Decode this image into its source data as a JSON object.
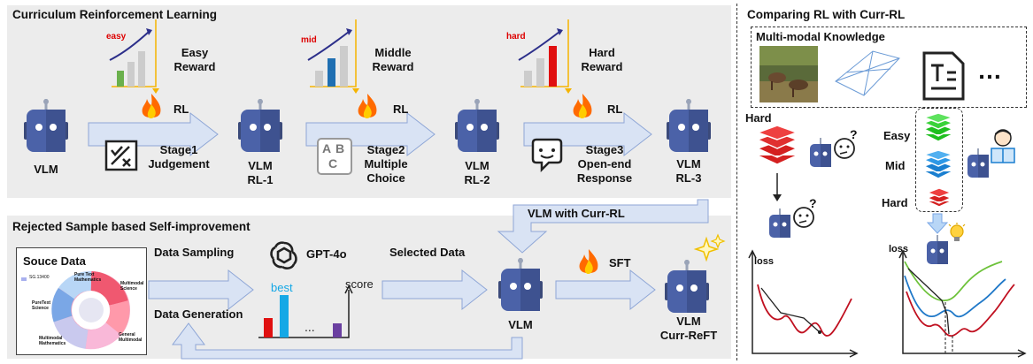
{
  "curriculum": {
    "title": "Curriculum Reinforcement Learning",
    "tags": {
      "easy": "easy",
      "mid": "mid",
      "hard": "hard"
    },
    "rewards": {
      "easy": "Easy\nReward",
      "middle": "Middle\nReward",
      "hard": "Hard\nReward"
    },
    "rl": "RL",
    "stages": {
      "s1": "Stage1\nJudgement",
      "s2": "Stage2\nMultiple\nChoice",
      "s3": "Stage3\nOpen-end\nResponse"
    },
    "models": {
      "vlm": "VLM",
      "rl1": "VLM\nRL-1",
      "rl2": "VLM\nRL-2",
      "rl3": "VLM\nRL-3"
    },
    "abc": {
      "a": "A",
      "b": "B",
      "c": "C"
    }
  },
  "bridge": {
    "label": "VLM with Curr-RL"
  },
  "rejected": {
    "title": "Rejected Sample based Self-improvement",
    "source_title": "Souce Data",
    "source_labels": {
      "pure_text_math": "Pure Text\nMathematics",
      "multimodal_science": "Multimodal\nScience",
      "pure_text_science": "PureText\nScience",
      "multimodal_math": "Multimodal\nMathematics",
      "general_multimodal": "General\nMultimodal",
      "legend": "SG.13400"
    },
    "data_sampling": "Data Sampling",
    "data_generation": "Data Generation",
    "gpt": "GPT-4o",
    "best": "best",
    "score": "score",
    "dots": "...",
    "selected": "Selected Data",
    "sft": "SFT",
    "vlm": "VLM",
    "vlm_reft": "VLM\nCurr-ReFT"
  },
  "compare": {
    "title": "Comparing RL with Curr-RL",
    "knowledge": "Multi-modal Knowledge",
    "ellipsis": "…",
    "hard": "Hard",
    "levels": {
      "easy": "Easy",
      "mid": "Mid",
      "hard": "Hard"
    },
    "loss": "loss",
    "q": "?"
  }
}
